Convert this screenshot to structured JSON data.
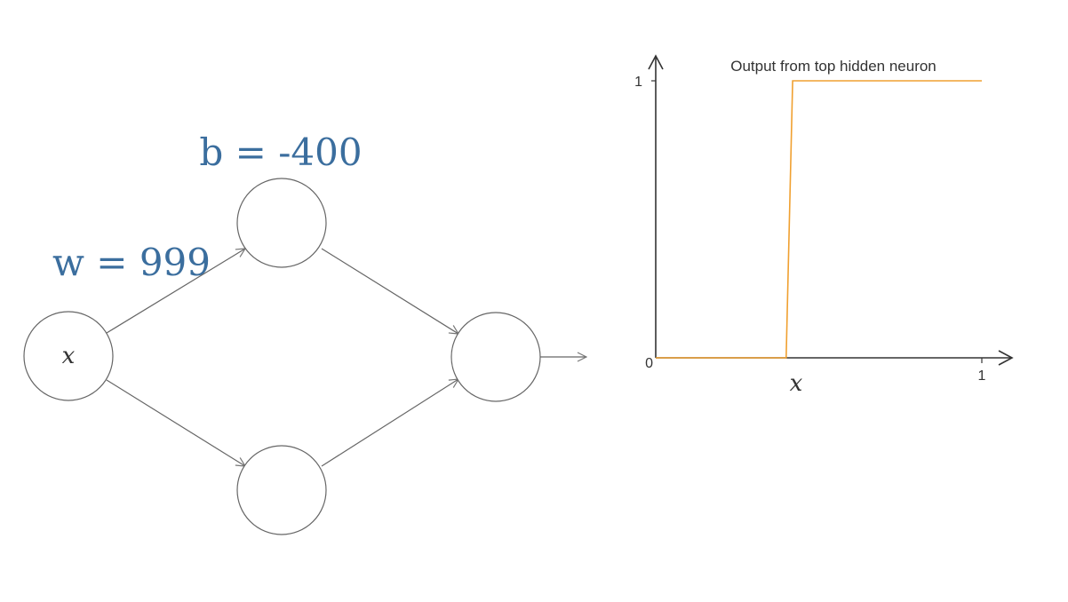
{
  "network": {
    "input_label": "x",
    "bias_label": "b = -400",
    "weight_label": "w = 999",
    "colors": {
      "label": "#3b6e9e",
      "stroke": "#666666",
      "arrow": "#777777"
    }
  },
  "chart_data": {
    "type": "line",
    "title": "Output from top hidden neuron",
    "xlabel": "x",
    "ylabel": "",
    "xlim": [
      0,
      1
    ],
    "ylim": [
      0,
      1
    ],
    "x_ticks": [
      "1"
    ],
    "y_ticks": [
      "0",
      "1"
    ],
    "grid": false,
    "series": [
      {
        "color": "#f0a030",
        "x": [
          0,
          0.4,
          0.42,
          1
        ],
        "y": [
          0,
          0,
          1,
          1
        ]
      }
    ]
  }
}
